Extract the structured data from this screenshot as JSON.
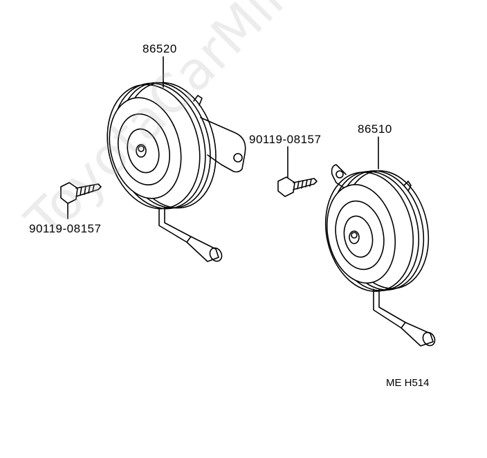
{
  "labels": {
    "horn_high": "86520",
    "horn_low": "86510",
    "bolt_left": "90119-08157",
    "bolt_right": "90119-08157",
    "figure_code": "ME H514"
  },
  "watermark": "ToyotaCarMine.ru"
}
